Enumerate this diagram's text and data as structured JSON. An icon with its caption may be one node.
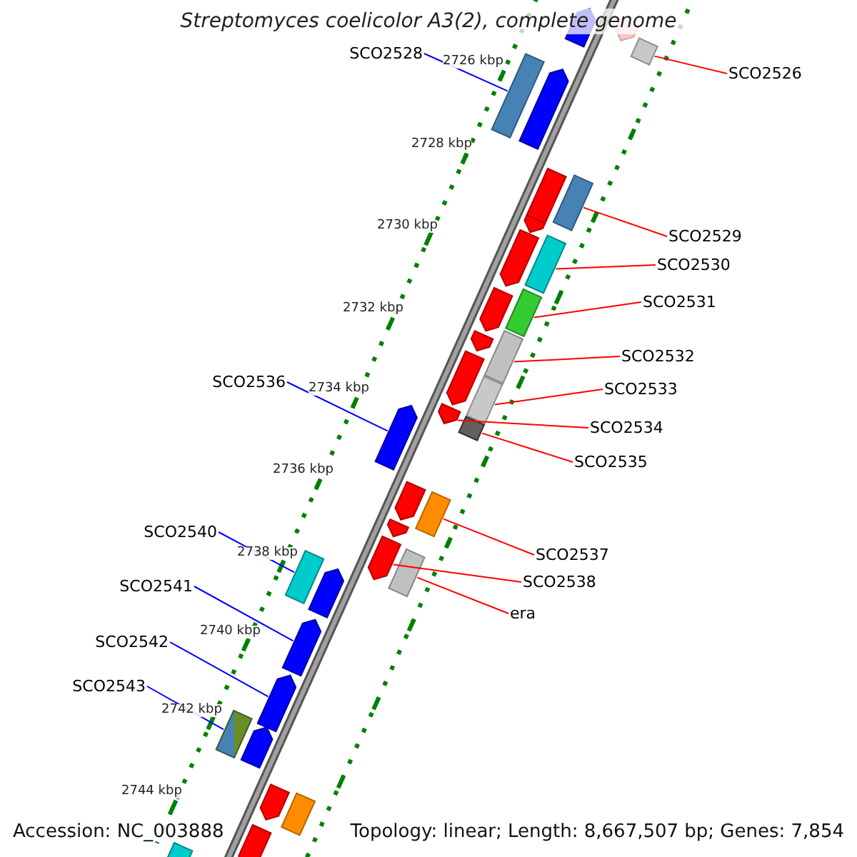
{
  "diagram": {
    "title": "Streptomyces coelicolor A3(2), complete genome",
    "nodes": [
      {
        "text": [
          "SCO2528"
        ]
      },
      {
        "text": [],
        "shape": "bar"
      },
      {
        "text": [
          "SCO2526"
        ]
      },
      {
        "text": [],
        "shape": "bar"
      },
      {
        "text": [
          "SCO2529"
        ]
      },
      {
        "text": [],
        "shape": "bar"
      },
      {
        "text": [
          "SCO2530"
        ]
      },
      {
        "text": [],
        "shape": "bar"
      },
      {
        "text": [
          "SCO2531"
        ]
      },
      {
        "text": [],
        "shape": "bar"
      },
      {
        "text": [
          "SCO2532"
        ]
      },
      {
        "text": [],
        "shape": "bar"
      },
      {
        "text": [
          "SCO2533"
        ]
      },
      {
        "text": [],
        "shape": "bar"
      },
      {
        "text": [
          "SCO2534"
        ]
      },
      {
        "text": [],
        "shape": "arrow"
      },
      {
        "text": [
          "SCO2535"
        ]
      },
      {
        "text": [],
        "shape": "bar"
      },
      {
        "text": [
          "SCO2536"
        ]
      },
      {
        "text": [],
        "shape": "arrow"
      },
      {
        "text": [
          "SCO2537"
        ]
      },
      {
        "text": [],
        "shape": "bar"
      },
      {
        "text": [
          "SCO2538"
        ]
      },
      {
        "text": [],
        "shape": "arrow"
      },
      {
        "text": [
          "era"
        ]
      },
      {
        "text": [],
        "shape": "bar"
      },
      {
        "text": [
          "SCO2540"
        ]
      },
      {
        "text": [],
        "shape": "bar"
      },
      {
        "text": [
          "SCO2541"
        ]
      },
      {
        "text": [],
        "shape": "arrow"
      },
      {
        "text": [
          "SCO2542"
        ]
      },
      {
        "text": [],
        "shape": "arrow"
      },
      {
        "text": [
          "SCO2543"
        ]
      },
      {
        "text": [],
        "shape": "bar"
      },
      {
        "text": [],
        "shape": "arrow"
      },
      {
        "text": [],
        "shape": "arrow"
      },
      {
        "text": [],
        "shape": "arrow"
      },
      {
        "text": [],
        "shape": "arrow"
      },
      {
        "text": [],
        "shape": "arrow"
      },
      {
        "text": [],
        "shape": "arrow"
      },
      {
        "text": [],
        "shape": "arrow"
      },
      {
        "text": [],
        "shape": "arrow"
      },
      {
        "text": [],
        "shape": "arrow"
      },
      {
        "text": [],
        "shape": "arrow"
      },
      {
        "text": [],
        "shape": "arrow"
      },
      {
        "text": [],
        "shape": "arrow"
      },
      {
        "text": [],
        "shape": "arrow"
      },
      {
        "text": [],
        "shape": "arrow"
      },
      {
        "text": [],
        "shape": "bar"
      },
      {
        "text": [],
        "shape": "arrow"
      },
      {
        "text": [],
        "shape": "bar"
      }
    ],
    "edges": [
      {
        "from": 0,
        "to": 1,
        "arrow": "none",
        "color": "#0000ff"
      },
      {
        "from": 2,
        "to": 3,
        "arrow": "none"
      },
      {
        "from": 4,
        "to": 5,
        "arrow": "none"
      },
      {
        "from": 6,
        "to": 7,
        "arrow": "none"
      },
      {
        "from": 8,
        "to": 9,
        "arrow": "none"
      },
      {
        "from": 10,
        "to": 11,
        "arrow": "none"
      },
      {
        "from": 12,
        "to": 13,
        "arrow": "none"
      },
      {
        "from": 14,
        "to": 15,
        "arrow": "none"
      },
      {
        "from": 16,
        "to": 17,
        "arrow": "none"
      },
      {
        "from": 18,
        "to": 19,
        "arrow": "none",
        "color": "#0000ff"
      },
      {
        "from": 20,
        "to": 21,
        "arrow": "none"
      },
      {
        "from": 22,
        "to": 23,
        "arrow": "none"
      },
      {
        "from": 24,
        "to": 25,
        "arrow": "none"
      },
      {
        "from": 26,
        "to": 27,
        "arrow": "none",
        "color": "#0000ff"
      },
      {
        "from": 28,
        "to": 29,
        "arrow": "none",
        "color": "#0000ff"
      },
      {
        "from": 30,
        "to": 31,
        "arrow": "none",
        "color": "#0000ff"
      },
      {
        "from": 32,
        "to": 33,
        "arrow": "none",
        "color": "#0000ff"
      }
    ],
    "labels": [
      "2726 kbp",
      "2728 kbp",
      "2730 kbp",
      "2732 kbp",
      "2734 kbp",
      "2736 kbp",
      "2738 kbp",
      "2740 kbp",
      "2742 kbp",
      "2744 kbp",
      "Accession: NC_003888",
      "Topology: linear; Length: 8,667,507 bp; Genes: 7,854"
    ]
  }
}
